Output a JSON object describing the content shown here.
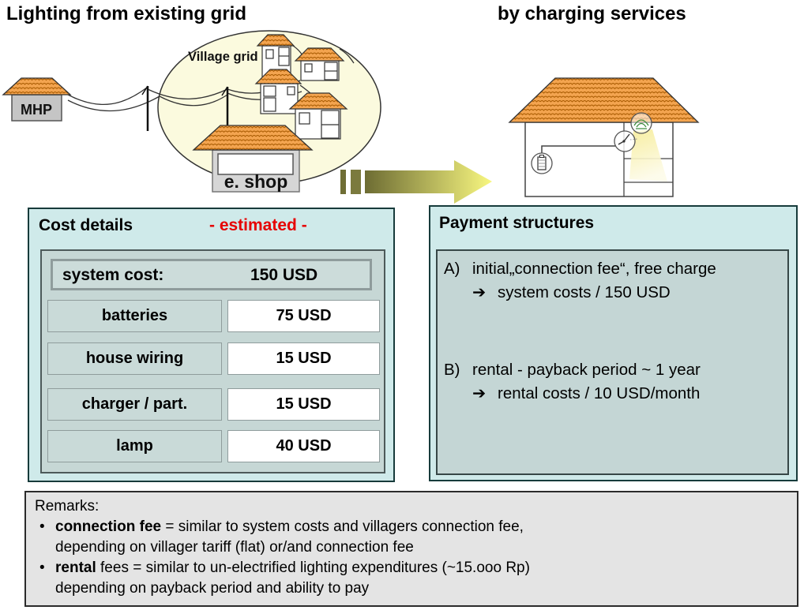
{
  "titles": {
    "left": "Lighting from existing grid",
    "right": "by charging services"
  },
  "illustration": {
    "mhp_label": "MHP",
    "village_grid_label": "Village grid",
    "eshop_label": "e. shop"
  },
  "cost_details": {
    "title": "Cost details",
    "estimated_note": "- estimated -",
    "system_row": {
      "label": "system cost:",
      "value": "150 USD"
    },
    "rows": [
      {
        "label": "batteries",
        "value": "75 USD"
      },
      {
        "label": "house wiring",
        "value": "15 USD"
      },
      {
        "label": "charger / part.",
        "value": "15 USD"
      },
      {
        "label": "lamp",
        "value": "40 USD"
      }
    ]
  },
  "payment_structures": {
    "title": "Payment structures",
    "items": [
      {
        "id": "A)",
        "line1": "initial„connection fee“, free charge",
        "arrow": "➔",
        "line2": "system costs / 150 USD"
      },
      {
        "id": "B)",
        "line1": "rental -  payback period ~ 1 year",
        "arrow": "➔",
        "line2": "rental costs / 10 USD/month"
      }
    ]
  },
  "remarks": {
    "heading": "Remarks:",
    "bullets": [
      {
        "bullet": "•",
        "bold": "connection fee",
        "rest": " = similar to system costs and villagers connection fee,",
        "cont": "depending on villager tariff (flat) or/and connection fee"
      },
      {
        "bullet": "•",
        "bold": "rental",
        "rest": " fees = similar to un-electrified lighting expenditures (~15.ooo Rp)",
        "cont": "depending on payback period and ability to pay"
      }
    ]
  },
  "colors": {
    "panel_bg": "#cfeaea",
    "panel_inner_bg": "#c6d7d5",
    "estimated_red": "#e60000",
    "roof_orange": "#f0a14c",
    "remarks_bg": "#e4e4e4",
    "arrow_dark": "#6d6c33",
    "arrow_light": "#f8f780"
  }
}
